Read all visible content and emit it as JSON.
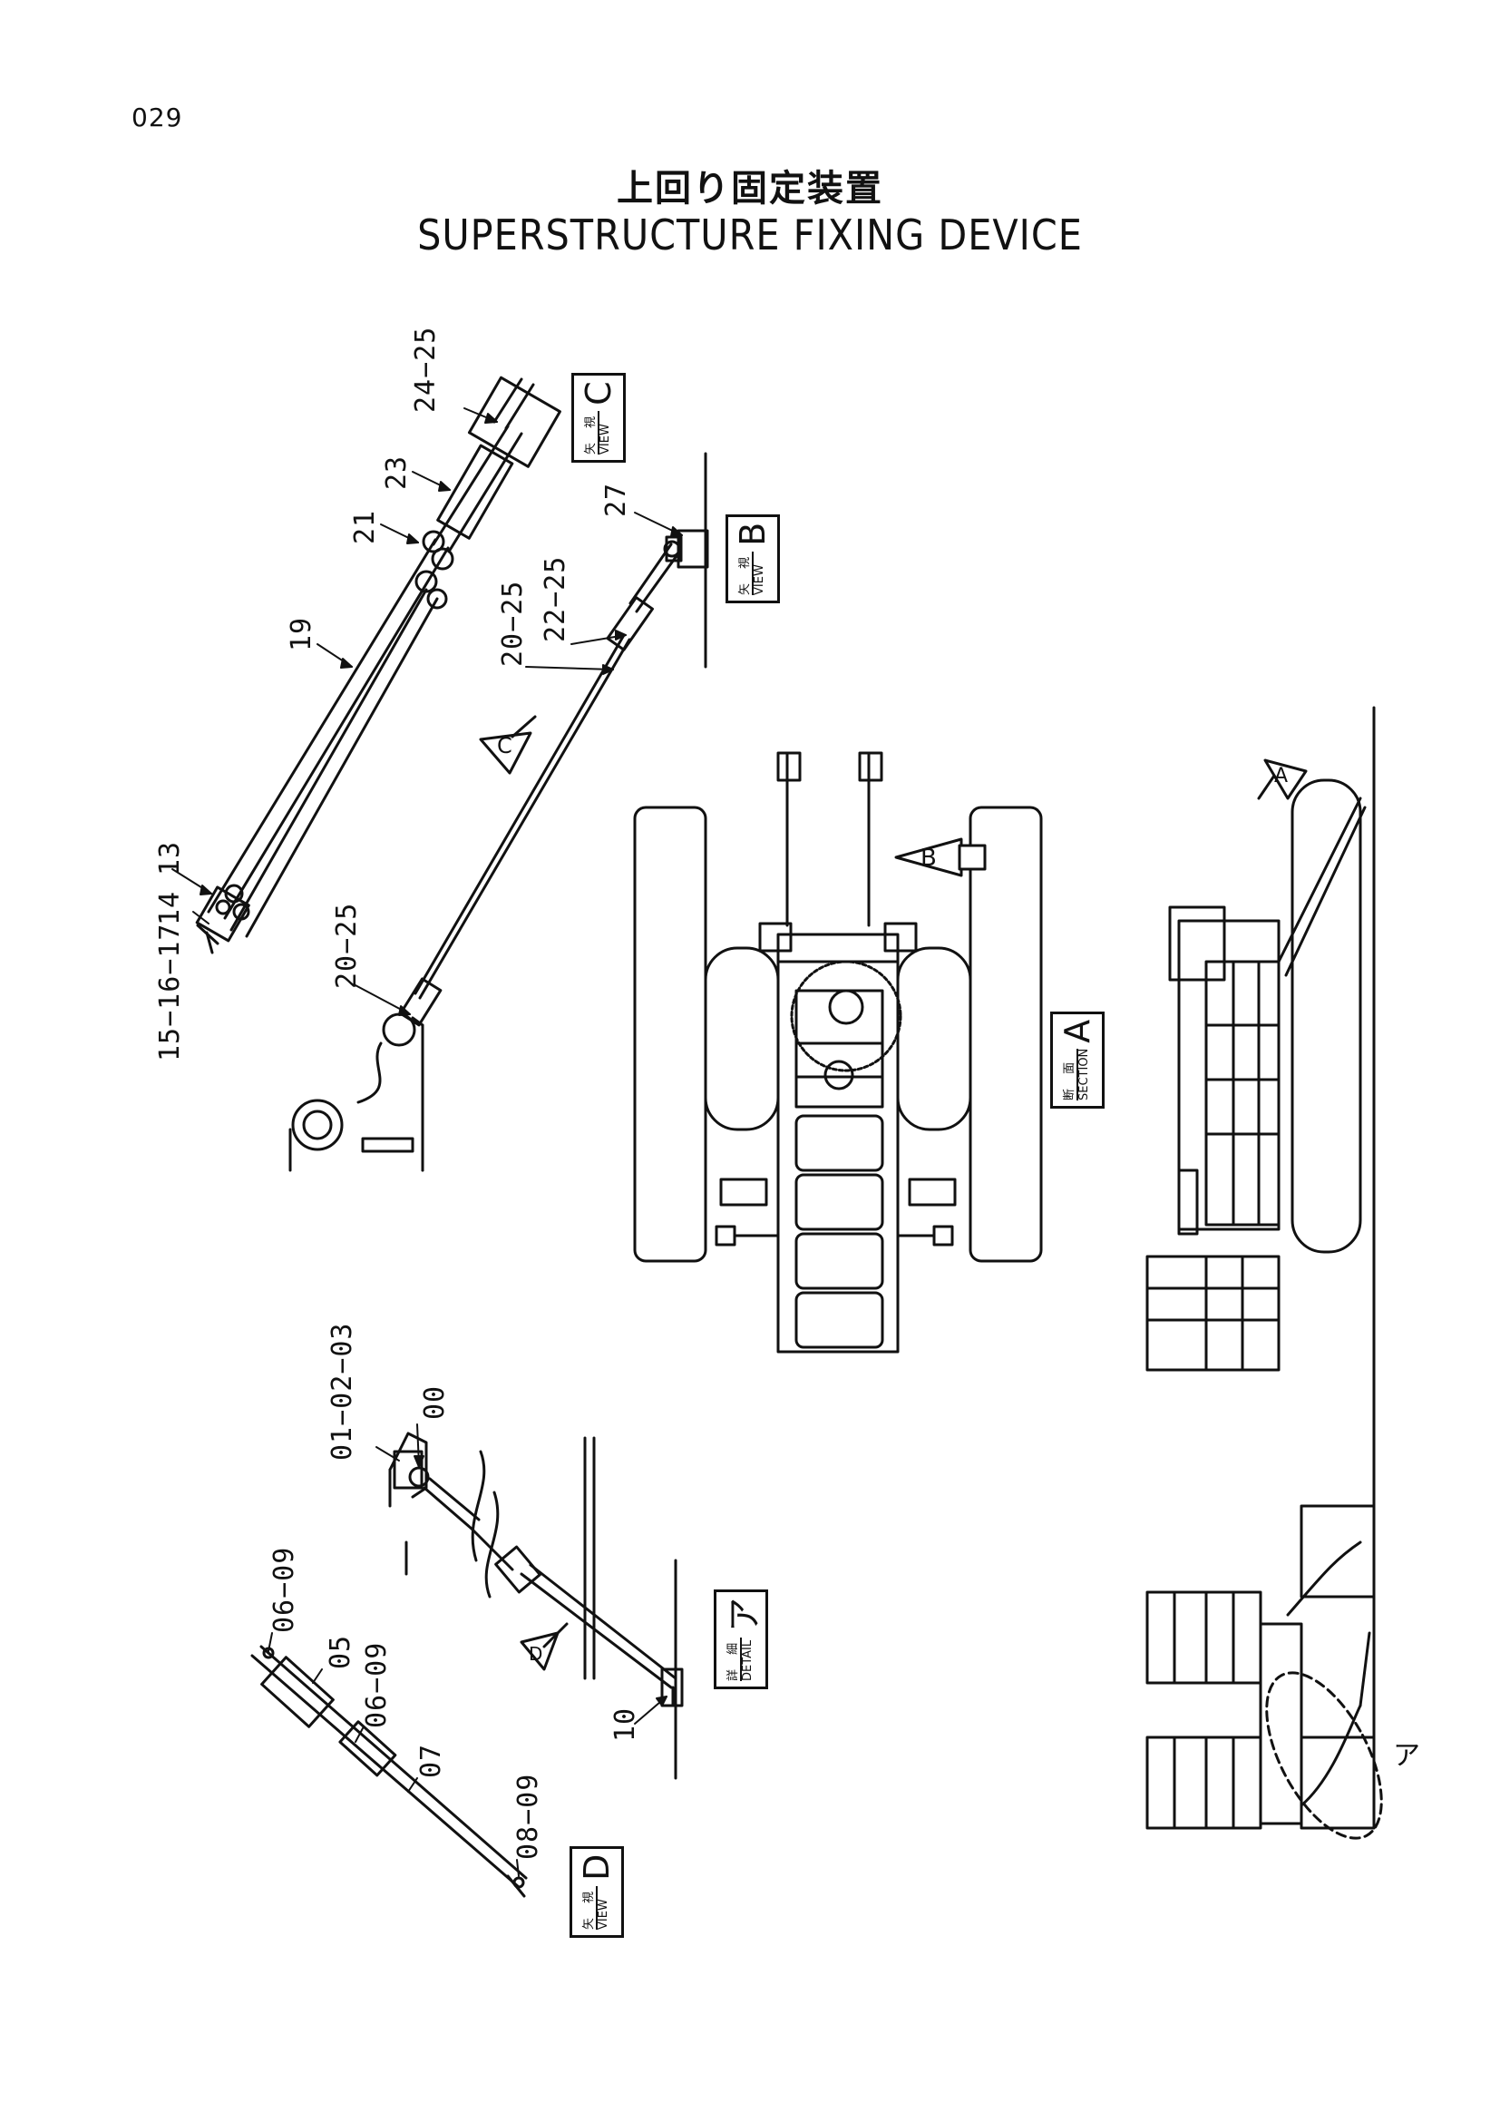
{
  "page": {
    "number": "029"
  },
  "title": {
    "jp": "上回り固定装置",
    "en": "SUPERSTRUCTURE FIXING DEVICE"
  },
  "part_labels": {
    "p24_25": "24−25",
    "p23": "23",
    "p21": "21",
    "p19": "19",
    "p13": "13",
    "p14": "14",
    "p15_16_17": "15−16−17",
    "p20_25_top": "20−25",
    "p27": "27",
    "p22_25": "22−25",
    "p20_25_mid": "20−25",
    "p01_02_03": "01−02−03",
    "p00": "00",
    "p06_09_a": "06−09",
    "p05": "05",
    "p06_09_b": "06−09",
    "p07": "07",
    "p08_09": "08−09",
    "p10": "10",
    "p_a_jp": "ア"
  },
  "views": {
    "view_c": {
      "jp_top": "矢 視",
      "jp_bottom": "VIEW",
      "letter": "C"
    },
    "view_b": {
      "jp_top": "矢 視",
      "jp_bottom": "VIEW",
      "letter": "B"
    },
    "section_a": {
      "jp_top": "断 面",
      "jp_bottom": "SECTION",
      "letter": "A"
    },
    "detail_a": {
      "jp_top": "詳 細",
      "jp_bottom": "DETAIL",
      "letter": "ア"
    },
    "view_d": {
      "jp_top": "矢 視",
      "jp_bottom": "VIEW",
      "letter": "D"
    }
  },
  "arrow_markers": {
    "c": "C",
    "b": "B",
    "a": "A",
    "d": "D"
  }
}
